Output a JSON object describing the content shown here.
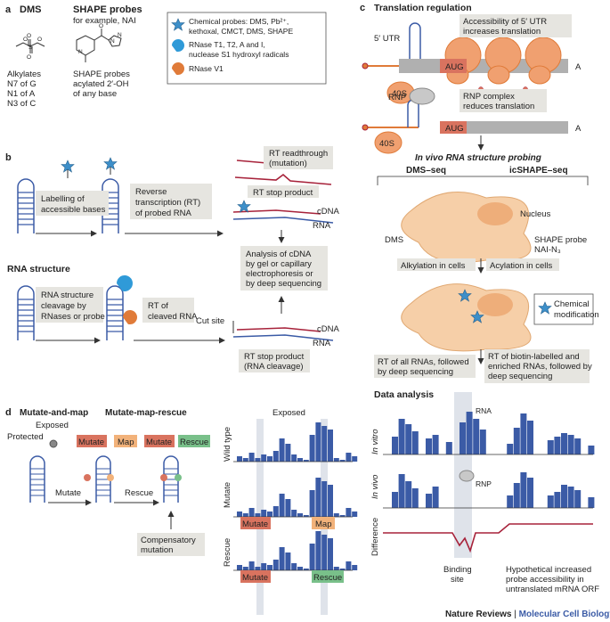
{
  "panel_a": {
    "letter": "a",
    "dms_title": "DMS",
    "shape_title": "SHAPE probes",
    "shape_sub": "for example, NAI",
    "dms_desc": [
      "Alkylates",
      "N7 of G",
      "N1 of A",
      "N3 of C"
    ],
    "shape_desc": [
      "SHAPE probes",
      "acylated 2′-OH",
      "of any base"
    ],
    "legend": [
      [
        "Chemical probes: DMS, Pb²⁺,",
        "kethoxal, CMCT, DMS, SHAPE"
      ],
      [
        "RNase T1, T2, A and I,",
        "nuclease S1 hydroxyl radicals"
      ],
      [
        "RNase V1"
      ]
    ]
  },
  "panel_b": {
    "letter": "b",
    "labelling": [
      "Labelling of",
      "accessible bases"
    ],
    "reverse_tx": [
      "Reverse",
      "transcription (RT)",
      "of probed RNA"
    ],
    "rt_readthrough": [
      "RT readthrough",
      "(mutation)"
    ],
    "rt_stop": "RT stop product",
    "cdna": "cDNA",
    "rna": "RNA",
    "analysis": [
      "Analysis of cDNA",
      "by gel or capillary",
      "electrophoresis or",
      "by deep sequencing"
    ],
    "rna_structure": "RNA structure",
    "cleavage": [
      "RNA structure",
      "cleavage by",
      "RNases or probe"
    ],
    "rt_cleaved": [
      "RT of",
      "cleaved RNA"
    ],
    "cut_site": "Cut site",
    "cdna2": "cDNA",
    "rna2": "RNA",
    "rt_stop2": [
      "RT stop product",
      "(RNA cleavage)"
    ]
  },
  "panel_c": {
    "letter": "c",
    "title": "Translation regulation",
    "utr5": "5′ UTR",
    "accessibility": [
      "Accessibility of 5′ UTR",
      "increases translation"
    ],
    "aug": "AUG",
    "an": "A",
    "an_sub": "n",
    "s40": "40S",
    "rnp": "RNP",
    "rnp_complex": [
      "RNP complex",
      "reduces translation"
    ],
    "aug2": "AUG",
    "an2": "A",
    "s40_2": "40S",
    "invivo_title": "In vivo RNA structure probing",
    "dms_seq": "DMS–seq",
    "icshape_seq": "icSHAPE–seq",
    "nucleus": "Nucleus",
    "dms": "DMS",
    "shape_probe": [
      "SHAPE probe",
      "NAI-N₃"
    ],
    "alkylation": "Alkylation in cells",
    "acylation": "Acylation in cells",
    "chem_mod": [
      "Chemical",
      "modification"
    ],
    "rt_all": [
      "RT of all RNAs, followed",
      "by deep sequencing"
    ],
    "rt_biotin": [
      "RT of biotin-labelled and",
      "enriched RNAs, followed by",
      "deep sequencing"
    ],
    "data_analysis": "Data analysis",
    "in_vitro": "In vitro",
    "in_vivo": "In vivo",
    "difference": "Difference",
    "rna_tag": "RNA",
    "rnp_tag": "RNP",
    "binding_site": [
      "Binding",
      "site"
    ],
    "hypothetical": [
      "Hypothetical increased",
      "probe accessibility in",
      "untranslated mRNA ORF"
    ]
  },
  "panel_d": {
    "letter": "d",
    "mutate_and_map": "Mutate-and-map",
    "mutate_map_rescue": "Mutate-map-rescue",
    "exposed": "Exposed",
    "protected": "Protected",
    "mutate_tag1": "Mutate",
    "map_tag": "Map",
    "mutate_tag2": "Mutate",
    "rescue_tag": "Rescue",
    "mutate_arrow": "Mutate",
    "rescue_arrow": "Rescue",
    "compensatory": [
      "Compensatory",
      "mutation"
    ],
    "exposed2": "Exposed",
    "wild_type": "Wild type",
    "mutate_row": "Mutate",
    "rescue_row": "Rescue",
    "mutate_box": "Mutate",
    "map_box": "Map",
    "mutate_box2": "Mutate",
    "rescue_box": "Rescue"
  },
  "footer": {
    "journal": "Nature Reviews",
    "sep": " | ",
    "section": "Molecular Cell Biology"
  },
  "colors": {
    "blue": "#3b5ba6",
    "red": "#a7223a",
    "orange": "#e07b39",
    "gray": "#e6e5e0",
    "salmon": "#d9735f",
    "peach": "#f2b27a",
    "green": "#79c08a",
    "cell": "#f6cfa8"
  }
}
